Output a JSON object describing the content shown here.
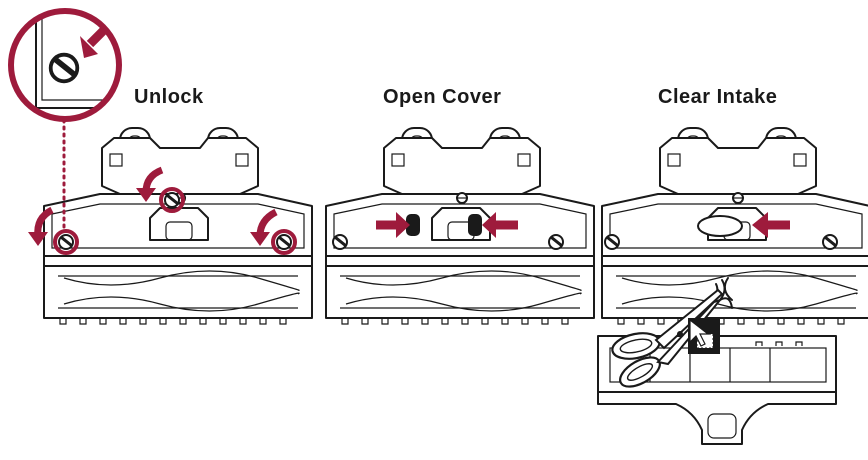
{
  "steps": [
    {
      "title": "Unlock"
    },
    {
      "title": "Open Cover"
    },
    {
      "title": "Clear Intake"
    }
  ],
  "colors": {
    "accent": "#9e1b3c",
    "line": "#1a1a1a",
    "background": "#ffffff"
  },
  "icons": [
    "arrow-icon",
    "screw-icon",
    "scissors-icon",
    "cursor-icon",
    "magnifier-callout-icon"
  ]
}
